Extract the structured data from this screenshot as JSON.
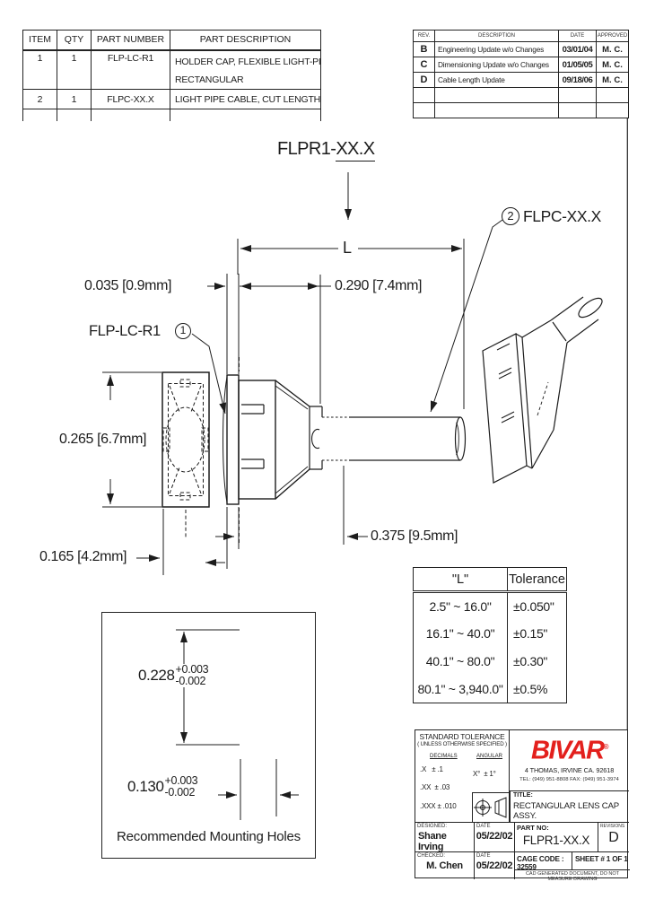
{
  "colors": {
    "brand_red": "#e3201d",
    "line": "#1c1c1c"
  },
  "parts_table": {
    "headers": [
      "ITEM",
      "QTY",
      "PART NUMBER",
      "PART DESCRIPTION"
    ],
    "rows": [
      {
        "item": "1",
        "qty": "1",
        "part_number": "FLP-LC-R1",
        "desc1": "HOLDER CAP, FLEXIBLE LIGHT-PIPE,",
        "desc2": "RECTANGULAR"
      },
      {
        "item": "2",
        "qty": "1",
        "part_number": "FLPC-XX.X",
        "desc1": "LIGHT PIPE CABLE, CUT LENGTH IN INCHES",
        "desc2": ""
      }
    ]
  },
  "revision_table": {
    "headers": [
      "REV.",
      "DESCRIPTION",
      "DATE",
      "APPROVED"
    ],
    "rows": [
      {
        "rev": "B",
        "description": "Engineering Update w/o Changes",
        "date": "03/01/04",
        "approved": "M. C."
      },
      {
        "rev": "C",
        "description": "Dimensioning Update w/o Changes",
        "date": "01/05/05",
        "approved": "M. C."
      },
      {
        "rev": "D",
        "description": "Cable Length Update",
        "date": "09/18/06",
        "approved": "M. C."
      }
    ]
  },
  "drawing": {
    "assembly_prefix": "FLPR1-",
    "assembly_suffix": "XX.X",
    "length_label": "L",
    "cable_callout_num": "2",
    "cable_callout": "FLPC-XX.X",
    "holder_callout": "FLP-LC-R1",
    "holder_callout_num": "1",
    "dim_lip": "0.035 [0.9mm]",
    "dim_body": "0.290 [7.4mm]",
    "dim_height": "0.265 [6.7mm]",
    "dim_offset": "0.165 [4.2mm]",
    "dim_depth": "0.375 [9.5mm]"
  },
  "tolerance_table": {
    "header_l": "\"L\"",
    "header_tol": "Tolerance",
    "rows": [
      {
        "range": "2.5\" ~ 16.0\"",
        "tolerance": "±0.050\""
      },
      {
        "range": "16.1\" ~ 40.0\"",
        "tolerance": "±0.15\""
      },
      {
        "range": "40.1\" ~ 80.0\"",
        "tolerance": "±0.30\""
      },
      {
        "range": "80.1\" ~ 3,940.0\"",
        "tolerance": "±0.5%"
      }
    ]
  },
  "mounting": {
    "vertical": {
      "value": "0.228",
      "plus": "+0.003",
      "minus": "-0.002"
    },
    "horizontal": {
      "value": "0.130",
      "plus": "+0.003",
      "minus": "-0.002"
    },
    "caption": "Recommended Mounting Holes"
  },
  "title_block": {
    "st_title": "STANDARD TOLERANCE",
    "st_sub": "( UNLESS OTHERWISE SPECIFIED )",
    "decimals_header": "DECIMALS",
    "angular_header": "ANGULAR",
    "decimals": [
      {
        "k": ".X",
        "v": "± .1"
      },
      {
        "k": ".XX",
        "v": "± .03"
      },
      {
        "k": ".XXX",
        "v": "± .010"
      }
    ],
    "angular": {
      "k": "X°",
      "v": "± 1°"
    },
    "company": "BIVAR",
    "registered": "®",
    "address": "4  THOMAS,  IRVINE  CA.  92618",
    "phone": "TEL: (949) 951-8808      FAX: (949) 951-3974",
    "title_label": "TITLE:",
    "title": "RECTANGULAR LENS CAP ASSY.",
    "designed_label": "DESIGNED:",
    "designed": "Shane Irving",
    "checked_label": "CHECKED:",
    "checked": "M. Chen",
    "date_label": "DATE",
    "designed_date": "05/22/02",
    "checked_date": "05/22/02",
    "part_no_label": "PART NO:",
    "part_no": "FLPR1-XX.X",
    "revision_label": "REVISIONS",
    "revision": "D",
    "cage_code": "CAGE CODE :  32559",
    "sheet": "SHEET #  1 OF  1",
    "cad_note": "CAD GENERATED DOCUMENT,  DO NOT MEASURE DRAWING"
  }
}
